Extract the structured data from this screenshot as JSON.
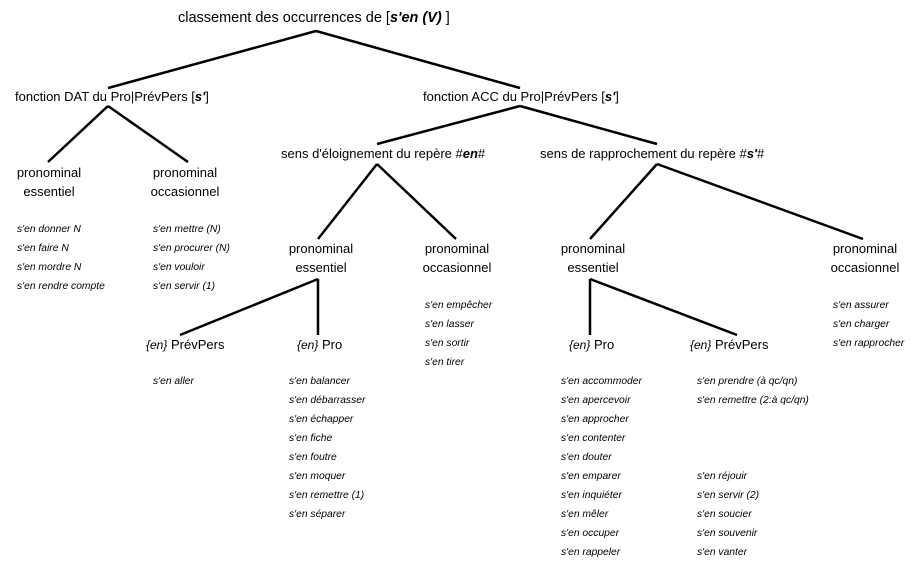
{
  "title": {
    "pre": "classement des occurrences de [",
    "mark": "s'en (V)",
    "post": " ]"
  },
  "dat": {
    "label": "fonction DAT du Pro|PrévPers [",
    "mark": "s'",
    "post": "]"
  },
  "acc": {
    "label": "fonction ACC du Pro|PrévPers [",
    "mark": "s'",
    "post": "]"
  },
  "eloign": {
    "label": "sens d'éloignement du repère #",
    "mark": "en",
    "post": "#"
  },
  "rappro": {
    "label": "sens de rapprochement du repère #",
    "mark": "s'",
    "post": "#"
  },
  "dat_ess": {
    "l1": "pronominal",
    "l2": "essentiel"
  },
  "dat_occ": {
    "l1": "pronominal",
    "l2": "occasionnel"
  },
  "elo_ess": {
    "l1": "pronominal",
    "l2": "essentiel"
  },
  "elo_occ": {
    "l1": "pronominal",
    "l2": "occasionnel"
  },
  "rap_ess": {
    "l1": "pronominal",
    "l2": "essentiel"
  },
  "rap_occ": {
    "l1": "pronominal",
    "l2": "occasionnel"
  },
  "elo_prev": {
    "en": "{en}",
    "label": " PrévPers"
  },
  "elo_pro": {
    "en": "{en}",
    "label": " Pro"
  },
  "rap_pro": {
    "en": "{en}",
    "label": " Pro"
  },
  "rap_prev": {
    "en": "{en}",
    "label": " PrévPers"
  },
  "lists": {
    "dat_ess": [
      "s'en donner N",
      "s'en faire N",
      "s'en mordre N",
      "s'en rendre compte"
    ],
    "dat_occ": [
      "s'en mettre (N)",
      "s'en procurer (N)",
      "s'en vouloir",
      "s'en servir (1)"
    ],
    "elo_occ": [
      "s'en empêcher",
      "s'en lasser",
      "s'en sortir",
      "s'en tirer"
    ],
    "rap_occ": [
      "s'en assurer",
      "s'en charger",
      "s'en rapprocher"
    ],
    "elo_prev": [
      "s'en aller"
    ],
    "elo_pro": [
      "s'en balancer",
      "s'en débarrasser",
      "s'en échapper",
      "s'en fiche",
      "s'en foutre",
      "s'en moquer",
      "s'en remettre (1)",
      "s'en séparer"
    ],
    "rap_pro": [
      "s'en accommoder",
      "s'en apercevoir",
      "s'en approcher",
      "s'en contenter",
      "s'en douter",
      "s'en emparer",
      "s'en inquiéter",
      "s'en mêler",
      "s'en occuper",
      "s'en rappeler"
    ],
    "rap_prev_a": [
      "s'en prendre (à qc/qn)",
      "s'en remettre (2:à qc/qn)"
    ],
    "rap_prev_b": [
      "s'en réjouir",
      "s'en servir (2)",
      "s'en soucier",
      "s'en souvenir",
      "s'en vanter"
    ]
  }
}
